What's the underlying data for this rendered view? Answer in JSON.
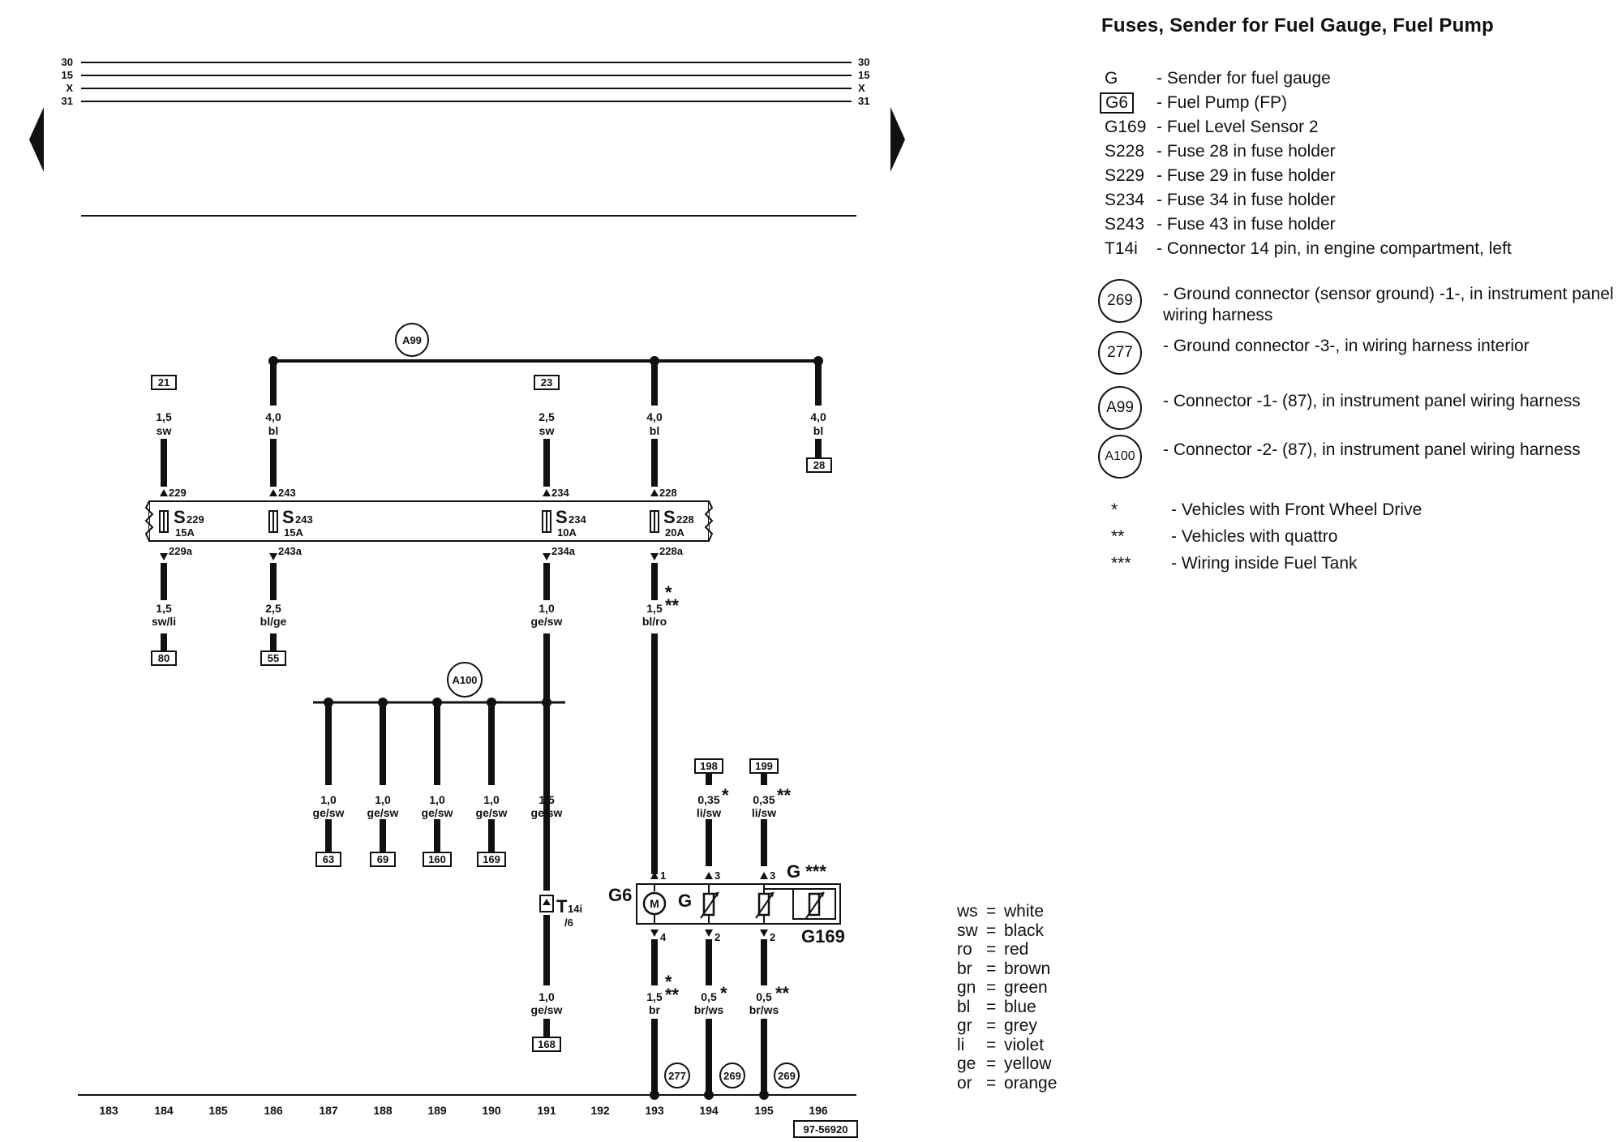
{
  "title": "Fuses, Sender for Fuel Gauge, Fuel Pump",
  "bus_lines": [
    "30",
    "15",
    "X",
    "31"
  ],
  "legend": {
    "components": [
      {
        "code": "G",
        "boxed": false,
        "desc": "- Sender for fuel gauge"
      },
      {
        "code": "G6",
        "boxed": true,
        "desc": "- Fuel Pump (FP)"
      },
      {
        "code": "G169",
        "boxed": false,
        "desc": "- Fuel Level Sensor 2"
      },
      {
        "code": "S228",
        "boxed": false,
        "desc": "- Fuse 28 in fuse holder"
      },
      {
        "code": "S229",
        "boxed": false,
        "desc": "- Fuse 29 in fuse holder"
      },
      {
        "code": "S234",
        "boxed": false,
        "desc": "- Fuse 34 in fuse holder"
      },
      {
        "code": "S243",
        "boxed": false,
        "desc": "- Fuse 43 in fuse holder"
      },
      {
        "code": "T14i",
        "boxed": false,
        "desc": "- Connector 14 pin, in engine compartment, left"
      }
    ],
    "grounds": [
      {
        "code": "269",
        "desc": "- Ground connector (sensor ground) -1-, in instrument panel wiring harness"
      },
      {
        "code": "277",
        "desc": "- Ground connector -3-, in wiring harness interior"
      }
    ],
    "connectors": [
      {
        "code": "A99",
        "desc": "- Connector -1- (87), in instrument panel wiring harness"
      },
      {
        "code": "A100",
        "desc": "- Connector -2- (87), in instrument panel wiring harness"
      }
    ],
    "notes": [
      {
        "mark": "*",
        "desc": "- Vehicles with Front Wheel Drive"
      },
      {
        "mark": "**",
        "desc": "- Vehicles with quattro"
      },
      {
        "mark": "***",
        "desc": "- Wiring inside Fuel Tank"
      }
    ]
  },
  "color_codes": [
    {
      "code": "ws",
      "name": "white"
    },
    {
      "code": "sw",
      "name": "black"
    },
    {
      "code": "ro",
      "name": "red"
    },
    {
      "code": "br",
      "name": "brown"
    },
    {
      "code": "gn",
      "name": "green"
    },
    {
      "code": "bl",
      "name": "blue"
    },
    {
      "code": "gr",
      "name": "grey"
    },
    {
      "code": "li",
      "name": "violet"
    },
    {
      "code": "ge",
      "name": "yellow"
    },
    {
      "code": "or",
      "name": "orange"
    }
  ],
  "diagram": {
    "connector_a99": "A99",
    "connector_a100": "A100",
    "fuses": [
      {
        "name": "S",
        "sub": "229",
        "rating": "15A",
        "in_pin": "229",
        "out_pin": "229a"
      },
      {
        "name": "S",
        "sub": "243",
        "rating": "15A",
        "in_pin": "243",
        "out_pin": "243a"
      },
      {
        "name": "S",
        "sub": "234",
        "rating": "10A",
        "in_pin": "234",
        "out_pin": "234a"
      },
      {
        "name": "S",
        "sub": "228",
        "rating": "20A",
        "in_pin": "228",
        "out_pin": "228a"
      }
    ],
    "top_refs": [
      "21",
      "23",
      "28"
    ],
    "upper_wires": [
      {
        "size": "1,5",
        "color": "sw"
      },
      {
        "size": "4,0",
        "color": "bl"
      },
      {
        "size": "2,5",
        "color": "sw"
      },
      {
        "size": "4,0",
        "color": "bl"
      },
      {
        "size": "4,0",
        "color": "bl"
      }
    ],
    "lower_wires": [
      {
        "size": "1,5",
        "color": "sw/li",
        "ref": "80"
      },
      {
        "size": "2,5",
        "color": "bl/ge",
        "ref": "55"
      },
      {
        "size": "1,0",
        "color": "ge/sw"
      },
      {
        "size": "1,5",
        "color": "bl/ro"
      }
    ],
    "a100_wires": [
      {
        "size": "1,0",
        "color": "ge/sw",
        "ref": "63"
      },
      {
        "size": "1,0",
        "color": "ge/sw",
        "ref": "69"
      },
      {
        "size": "1,0",
        "color": "ge/sw",
        "ref": "160"
      },
      {
        "size": "1,0",
        "color": "ge/sw",
        "ref": "169"
      },
      {
        "size": "1,5",
        "color": "ge/sw"
      }
    ],
    "t14i": {
      "name": "T",
      "sub": "14i",
      "pin": "/6"
    },
    "t14i_out_wire": {
      "size": "1,0",
      "color": "ge/sw",
      "ref": "168"
    },
    "sender_refs": [
      "198",
      "199"
    ],
    "sender_wires": [
      {
        "size": "0,35",
        "color": "li/sw",
        "mark": "*"
      },
      {
        "size": "0,35",
        "color": "li/sw",
        "mark": "**"
      }
    ],
    "ground_wires": [
      {
        "size": "1,5",
        "color": "br",
        "ground": "277"
      },
      {
        "size": "0,5",
        "color": "br/ws",
        "mark": "*",
        "ground": "269"
      },
      {
        "size": "0,5",
        "color": "br/ws",
        "mark": "**",
        "ground": "269"
      }
    ],
    "component_labels": {
      "g6": "G6",
      "g": "G",
      "g_tank": "G ***",
      "g169": "G169",
      "motor": "M"
    },
    "pins": {
      "p1": "1",
      "p3a": "3",
      "p3b": "3",
      "p4": "4",
      "p2a": "2",
      "p2b": "2"
    },
    "marks": {
      "star1": "*",
      "star2": "**",
      "star3": "*",
      "star4": "**"
    },
    "column_numbers": [
      "183",
      "184",
      "185",
      "186",
      "187",
      "188",
      "189",
      "190",
      "191",
      "192",
      "193",
      "194",
      "195",
      "196"
    ],
    "drawing_number": "97-56920"
  }
}
